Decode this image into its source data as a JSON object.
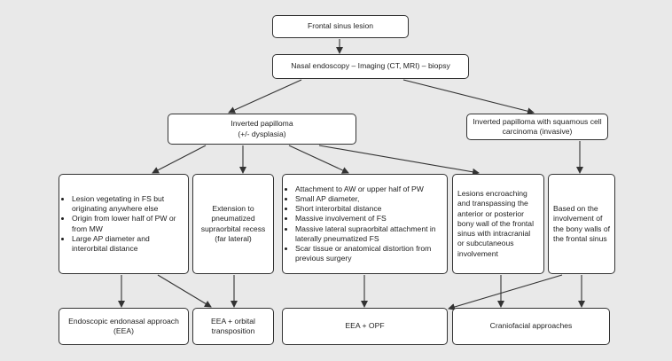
{
  "colors": {
    "background": "#e9e9e9",
    "box_fill": "#ffffff",
    "line": "#333333"
  },
  "nodes": {
    "lesion": "Frontal sinus lesion",
    "workup": "Nasal endoscopy – Imaging (CT, MRI) – biopsy",
    "ip": "Inverted papilloma\n(+/- dysplasia)",
    "scc": "Inverted papilloma with squamous cell carcinoma (invasive)",
    "col1": [
      "Lesion vegetating in FS but originating anywhere else",
      "Origin from lower half of PW or from MW",
      "Large AP diameter and interorbital distance"
    ],
    "col2": "Extension to pneumatized supraorbital recess (far lateral)",
    "col3": [
      "Attachment to AW or upper half of PW",
      "Small AP diameter,",
      "Short interorbital distance",
      "Massive involvement of FS",
      "Massive lateral supraorbital attachment in laterally pneumatized FS",
      "Scar tissue or anatomical distortion from previous surgery"
    ],
    "col4": "Lesions encroaching and transpassing the anterior or posterior bony wall of the frontal sinus with intracranial or subcutaneous involvement",
    "col5": "Based on the involvement of the bony walls of the frontal sinus",
    "eea": "Endoscopic endonasal approach (EEA)",
    "eea_orbital": "EEA + orbital transposition",
    "eea_opf": "EEA + OPF",
    "craniofacial": "Craniofacial approaches"
  }
}
